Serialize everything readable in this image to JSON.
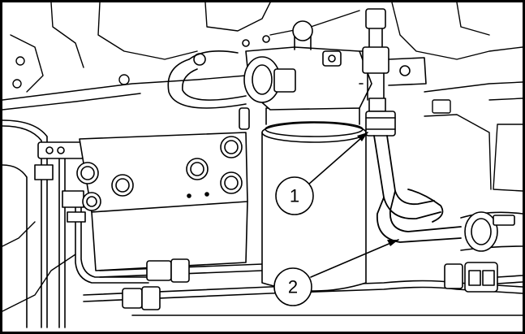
{
  "figure": {
    "description_none": "",
    "callouts": [
      {
        "label": "1",
        "target": "fitting-nut"
      },
      {
        "label": "2",
        "target": "fuel-line"
      }
    ],
    "colors": {
      "ink": "#000000",
      "paper": "#ffffff",
      "shade": "#e9e9e9"
    }
  }
}
